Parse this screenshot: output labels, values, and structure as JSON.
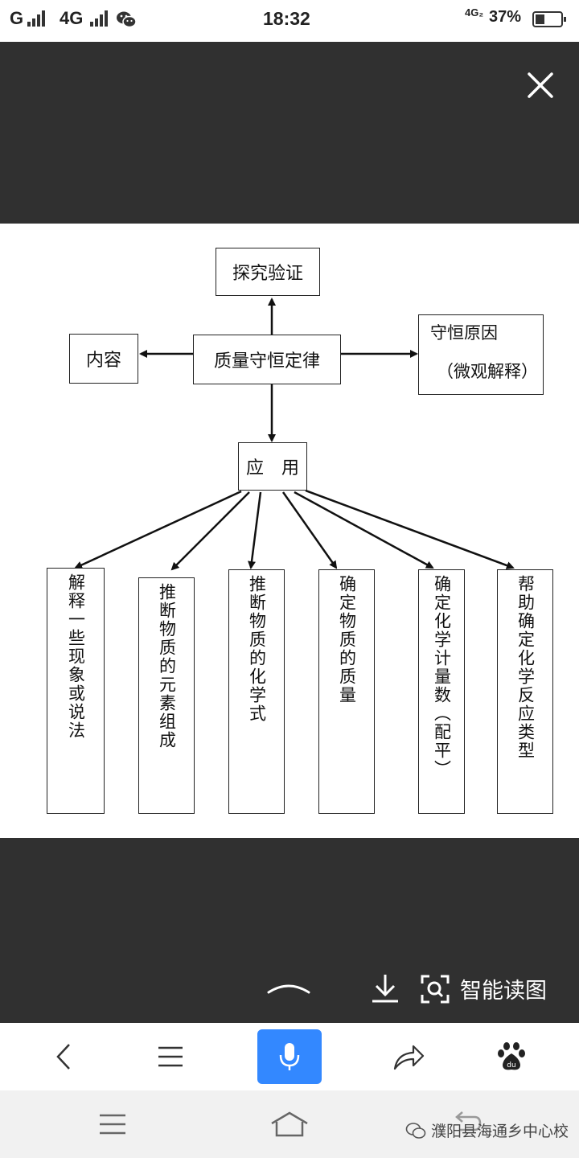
{
  "status_bar": {
    "carrier": "G",
    "network": "4G",
    "time": "18:32",
    "net_badge": "4G₂",
    "battery_text": "37%",
    "battery_level": 0.37,
    "signal_icon": "signal-bars-icon",
    "wechat_icon": "wechat-icon"
  },
  "viewer": {
    "close_icon": "close-icon",
    "expand_icon": "chevron-up-icon",
    "download_icon": "download-icon",
    "smart_read_icon": "scan-icon",
    "smart_read_label": "智能读图"
  },
  "diagram": {
    "top": "探究验证",
    "center": "质量守恒定律",
    "left": "内容",
    "right_line1": "守恒原因",
    "right_line2": "（微观解释）",
    "application": "应　用",
    "leaves": [
      "解释一些现象或说法",
      "推断物质的元素组成",
      "推断物质的化学式",
      "确定物质的质量",
      "确定化学计量数（配平）",
      "帮助确定化学反应类型"
    ]
  },
  "browser_bar": {
    "back_icon": "back-arrow-icon",
    "menu_icon": "menu-icon",
    "voice_icon": "microphone-icon",
    "share_icon": "share-icon",
    "baidu_icon": "baidu-paw-icon",
    "accent": "#3388ff"
  },
  "nav_bar": {
    "menu_icon": "menu-icon",
    "home_icon": "home-icon",
    "back_icon": "back-icon",
    "watermark_text": "濮阳县海通乡中心校"
  }
}
